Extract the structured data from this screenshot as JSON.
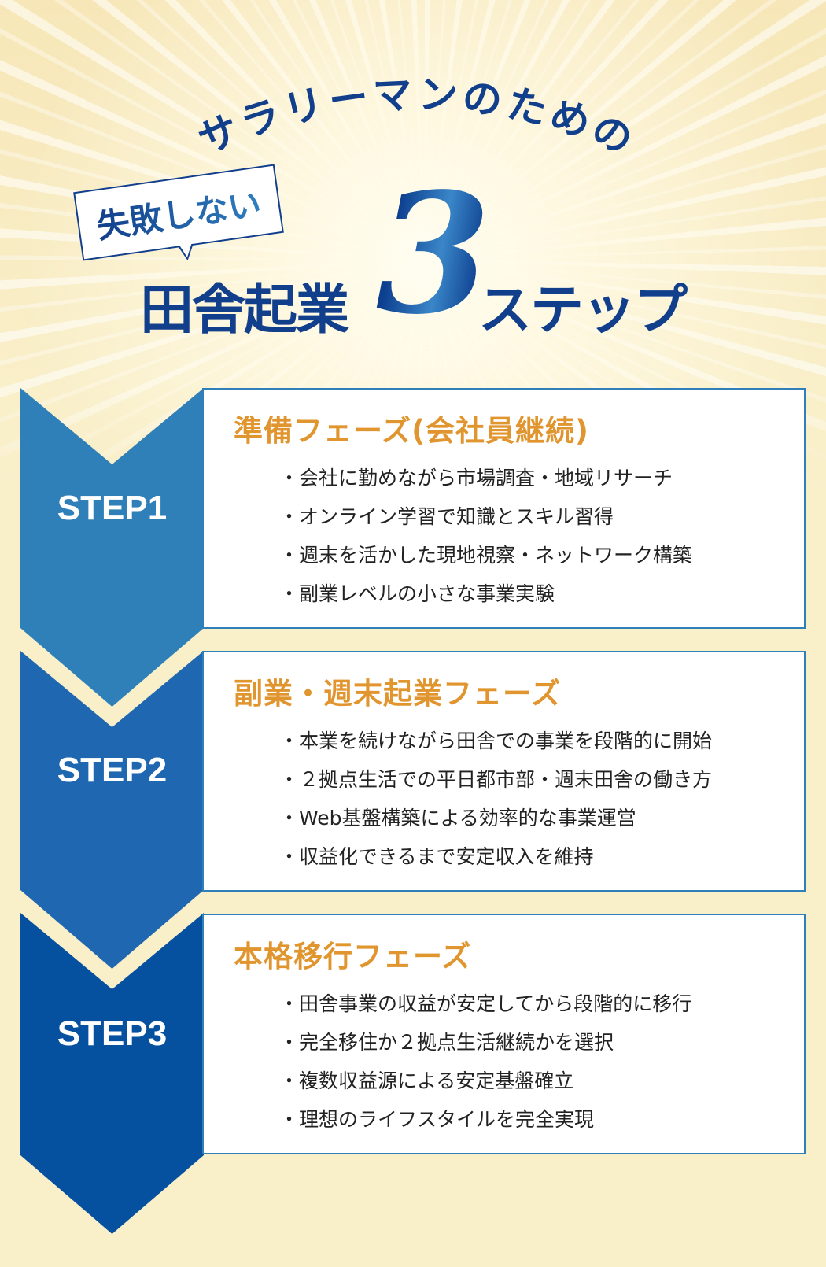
{
  "header": {
    "subtitle": "サラリーマンのための",
    "bubble": "失敗しない",
    "title_main": "田舎起業",
    "title_number": "3",
    "title_suffix": "ステップ"
  },
  "colors": {
    "navy": "#123f8c",
    "step1": "#2f7fb9",
    "step2": "#1f67b0",
    "step3": "#0650a0",
    "phase_title": "#e0952f",
    "background": "#f9efc9"
  },
  "steps": [
    {
      "label": "STEP1",
      "title": "準備フェーズ(会社員継続)",
      "items": [
        "会社に勤めながら市場調査・地域リサーチ",
        "オンライン学習で知識とスキル習得",
        "週末を活かした現地視察・ネットワーク構築",
        "副業レベルの小さな事業実験"
      ]
    },
    {
      "label": "STEP2",
      "title": "副業・週末起業フェーズ",
      "items": [
        "本業を続けながら田舎での事業を段階的に開始",
        "２拠点生活での平日都市部・週末田舎の働き方",
        "Web基盤構築による効率的な事業運営",
        "収益化できるまで安定収入を維持"
      ]
    },
    {
      "label": "STEP3",
      "title": "本格移行フェーズ",
      "items": [
        "田舎事業の収益が安定してから段階的に移行",
        "完全移住か２拠点生活継続かを選択",
        "複数収益源による安定基盤確立",
        "理想のライフスタイルを完全実現"
      ]
    }
  ]
}
